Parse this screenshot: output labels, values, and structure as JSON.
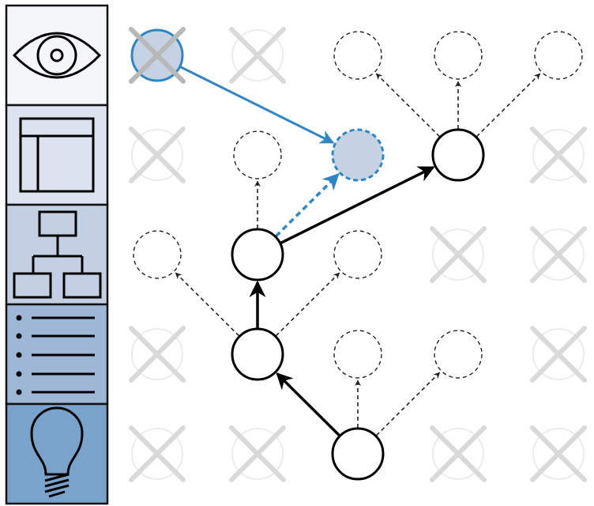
{
  "sidebar": {
    "levels": [
      {
        "icon": "eye-icon",
        "fill": "#f5f6fa"
      },
      {
        "icon": "layout-icon",
        "fill": "#dde3ee"
      },
      {
        "icon": "hierarchy-icon",
        "fill": "#c3d0e3"
      },
      {
        "icon": "list-icon",
        "fill": "#9fb7d7"
      },
      {
        "icon": "lightbulb-icon",
        "fill": "#7aa3cc"
      }
    ]
  },
  "colors": {
    "accent": "#2f86c3",
    "cross": "#d9d9d9",
    "highlight_node": "#c5d2e4",
    "dashed": "#222222",
    "solid": "#000000"
  },
  "grid": {
    "columns": 5,
    "rows": 5
  },
  "crossed_cells": [
    [
      0,
      0
    ],
    [
      1,
      0
    ],
    [
      0,
      1
    ],
    [
      4,
      1
    ],
    [
      3,
      2
    ],
    [
      4,
      2
    ],
    [
      0,
      3
    ],
    [
      4,
      3
    ],
    [
      0,
      4
    ],
    [
      1,
      4
    ],
    [
      3,
      4
    ],
    [
      4,
      4
    ]
  ],
  "nodes": [
    {
      "id": "root",
      "col": 2,
      "row": 4,
      "style": "solid"
    },
    {
      "id": "n1",
      "col": 1,
      "row": 3,
      "style": "solid"
    },
    {
      "id": "n2",
      "col": 1,
      "row": 2,
      "style": "solid"
    },
    {
      "id": "n3",
      "col": 3,
      "row": 1,
      "style": "solid"
    },
    {
      "id": "goal",
      "col": 2,
      "row": 1,
      "style": "highlight"
    },
    {
      "id": "start",
      "col": 0,
      "row": 0,
      "style": "start"
    },
    {
      "id": "c1",
      "col": 2,
      "row": 3,
      "style": "dashed"
    },
    {
      "id": "c2",
      "col": 3,
      "row": 3,
      "style": "dashed"
    },
    {
      "id": "c3",
      "col": 0,
      "row": 2,
      "style": "dashed"
    },
    {
      "id": "c4",
      "col": 2,
      "row": 2,
      "style": "dashed"
    },
    {
      "id": "c5",
      "col": 1,
      "row": 1,
      "style": "dashed"
    },
    {
      "id": "c6",
      "col": 2,
      "row": 0,
      "style": "dashed"
    },
    {
      "id": "c7",
      "col": 3,
      "row": 0,
      "style": "dashed"
    },
    {
      "id": "c8",
      "col": 4,
      "row": 0,
      "style": "dashed"
    }
  ],
  "edges": [
    {
      "from": "root",
      "to": "n1",
      "style": "solid"
    },
    {
      "from": "n1",
      "to": "n2",
      "style": "solid"
    },
    {
      "from": "n2",
      "to": "n3",
      "style": "solid"
    },
    {
      "from": "root",
      "to": "c1",
      "style": "dashed"
    },
    {
      "from": "root",
      "to": "c2",
      "style": "dashed"
    },
    {
      "from": "n1",
      "to": "c3",
      "style": "dashed"
    },
    {
      "from": "n1",
      "to": "c4",
      "style": "dashed"
    },
    {
      "from": "n2",
      "to": "c5",
      "style": "dashed"
    },
    {
      "from": "n3",
      "to": "c6",
      "style": "dashed"
    },
    {
      "from": "n3",
      "to": "c7",
      "style": "dashed"
    },
    {
      "from": "n3",
      "to": "c8",
      "style": "dashed"
    },
    {
      "from": "n2",
      "to": "goal",
      "style": "accent-dashed"
    },
    {
      "from": "start",
      "to": "goal",
      "style": "accent-solid"
    }
  ]
}
